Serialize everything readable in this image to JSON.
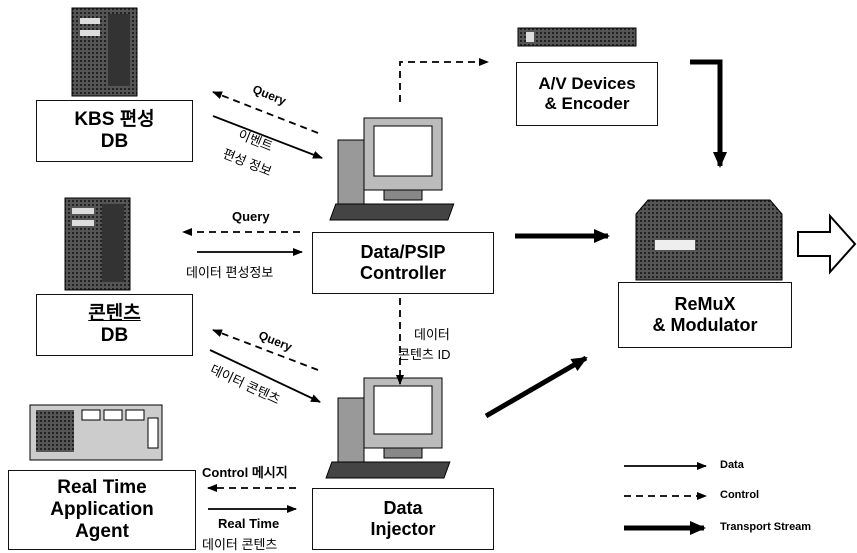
{
  "nodes": {
    "kbs_db": {
      "line1": "KBS 편성",
      "line2": "DB"
    },
    "content_db": {
      "line1": "콘텐츠",
      "line2": "DB"
    },
    "rt_agent": {
      "line1": "Real Time",
      "line2": "Application",
      "line3": "Agent"
    },
    "controller": {
      "line1": "Data/PSIP",
      "line2": "Controller"
    },
    "injector": {
      "line1": "Data",
      "line2": "Injector"
    },
    "av": {
      "line1": "A/V Devices",
      "line2": "& Encoder"
    },
    "remux": {
      "line1": "ReMuX",
      "line2": "& Modulator"
    }
  },
  "edges": {
    "kbs_query": "Query",
    "kbs_event": "이벤트",
    "kbs_event2": "편성 정보",
    "content_query": "Query",
    "content_data": "데이터 편성정보",
    "ctrl_inj_1": "데이터",
    "ctrl_inj_2": "콘텐츠 ID",
    "inj_query": "Query",
    "inj_data": "데이터 콘텐츠",
    "rt_control": "Control 메시지",
    "rt_data_1": "Real Time",
    "rt_data_2": "데이터 콘텐츠"
  },
  "legend": {
    "data": "Data",
    "control": "Control",
    "transport": "Transport Stream"
  }
}
